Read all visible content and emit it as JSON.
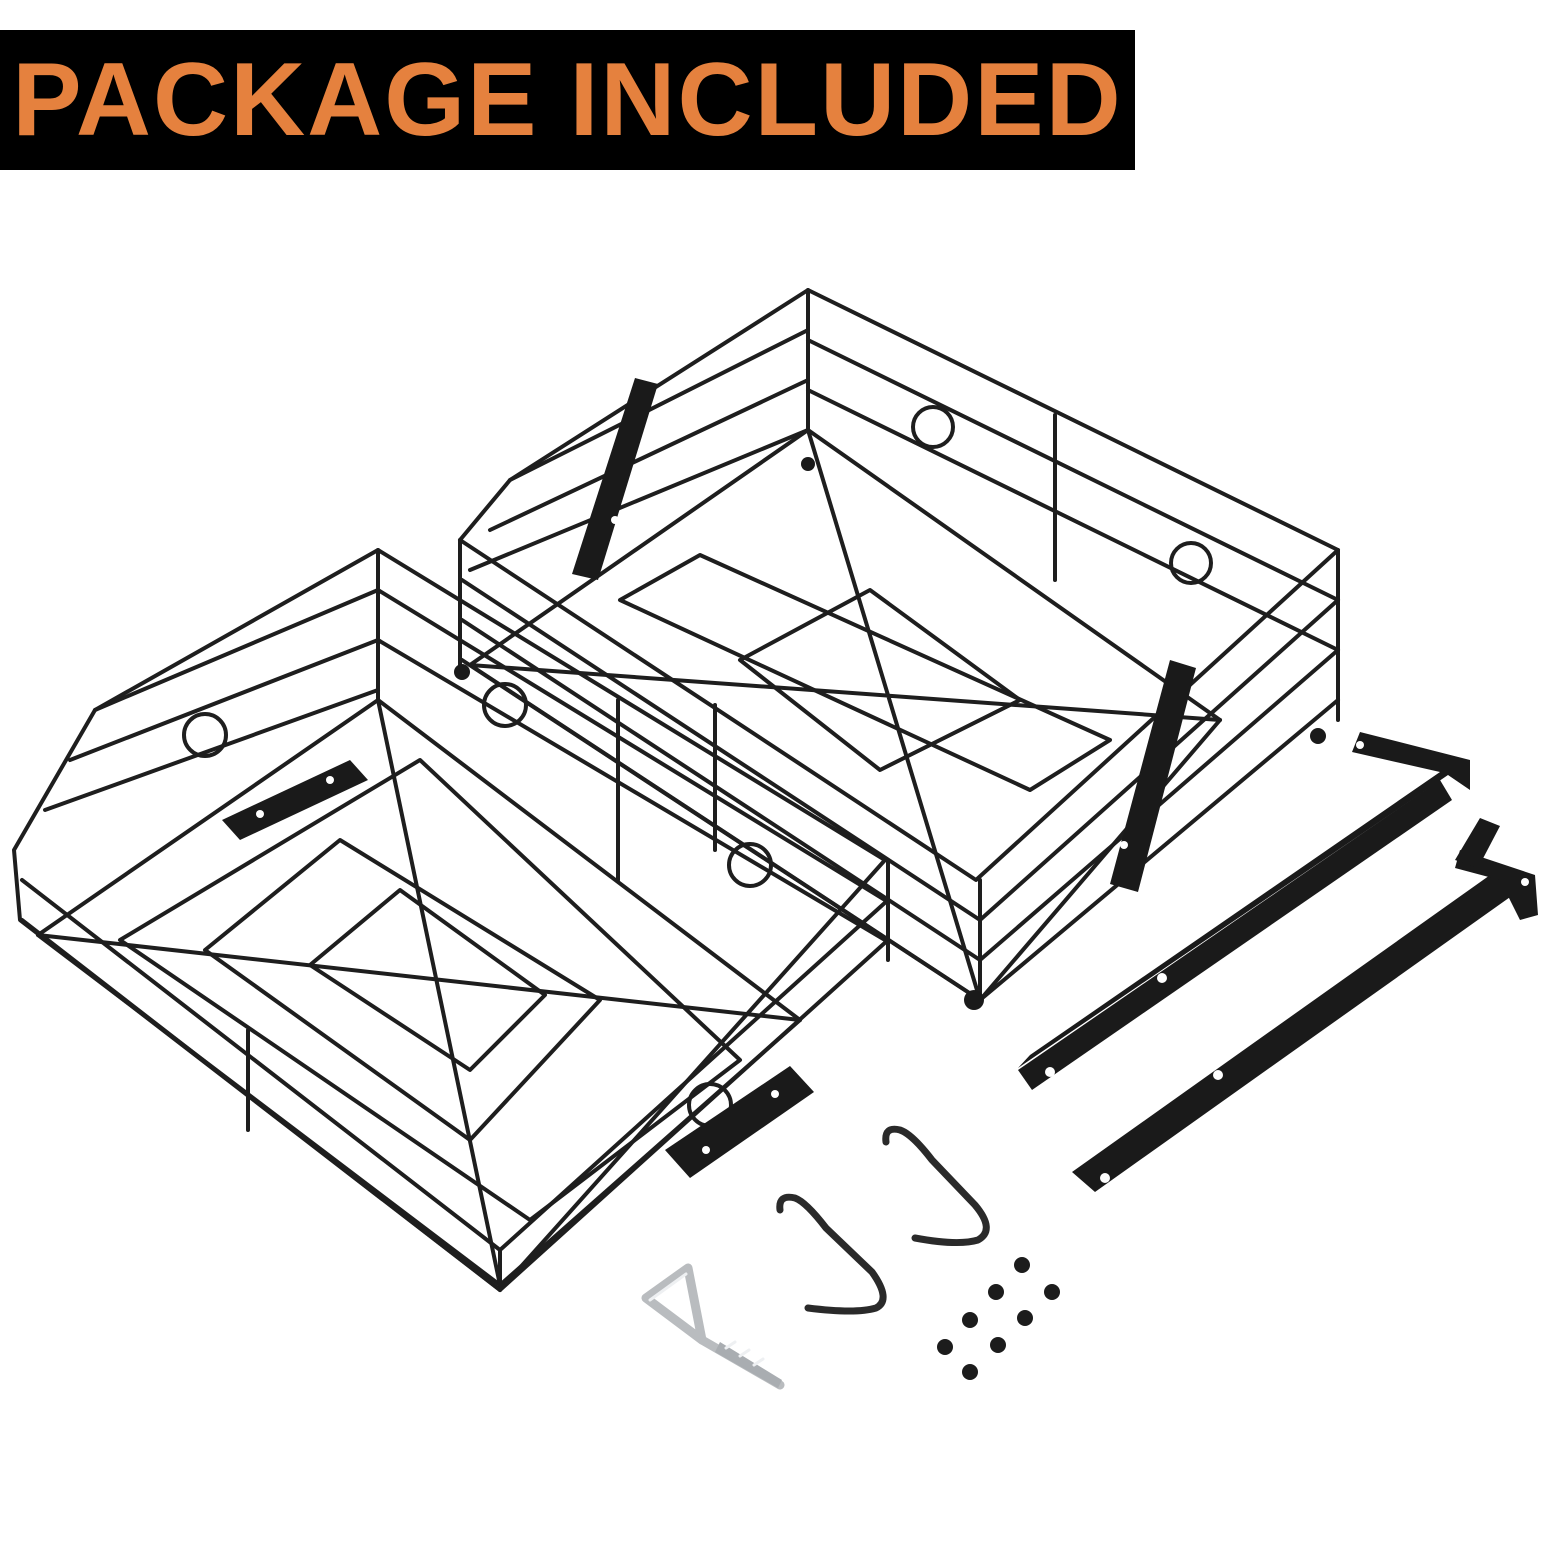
{
  "banner": {
    "text": "PACKAGE INCLUDED",
    "background": "#000000",
    "text_color": "#e5813e"
  },
  "items": {
    "baskets": [
      "wire-basket",
      "wire-basket"
    ],
    "brackets": [
      "l-bracket",
      "l-bracket"
    ],
    "hooks": [
      "s-hook",
      "s-hook"
    ],
    "eye_screw": "hook-eye-screw",
    "screws": "screw-set"
  }
}
